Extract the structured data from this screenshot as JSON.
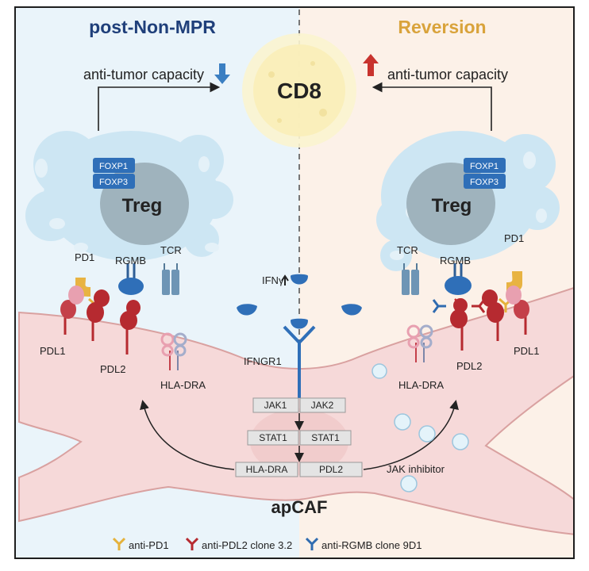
{
  "left_title": "post-Non-MPR",
  "right_title": "Reversion",
  "left_capacity": "anti-tumor capacity",
  "right_capacity": "anti-tumor capacity",
  "cd8": "CD8",
  "left_treg": "Treg",
  "right_treg": "Treg",
  "left_foxp1": "FOXP1",
  "left_foxp3": "FOXP3",
  "right_foxp1": "FOXP1",
  "right_foxp3": "FOXP3",
  "left_pd1": "PD1",
  "left_rgmb": "RGMB",
  "left_tcr": "TCR",
  "right_tcr": "TCR",
  "right_rgmb": "RGMB",
  "right_pd1": "PD1",
  "ifng": "IFNγ",
  "ifngr1": "IFNGR1",
  "left_pdl1": "PDL1",
  "left_pdl2": "PDL2",
  "left_hladra": "HLA-DRA",
  "right_hladra": "HLA-DRA",
  "right_pdl2": "PDL2",
  "right_pdl1": "PDL1",
  "jak1": "JAK1",
  "jak2": "JAK2",
  "stat1_a": "STAT1",
  "stat1_b": "STAT1",
  "hla_box": "HLA-DRA",
  "pdl2_box": "PDL2",
  "jak_inhibitor": "JAK inhibitor",
  "apcaf": "apCAF",
  "legend_pd1": "anti-PD1",
  "legend_pdl2": "anti-PDL2 clone 3.2",
  "legend_rgmb": "anti-RGMB clone 9D1",
  "colors": {
    "left_title": "#1f3f7a",
    "right_title": "#d9a33b",
    "down_arrow": "#3b7fc2",
    "up_arrow": "#c8332e",
    "anti_pd1": "#e5b23b",
    "anti_pdl2": "#b62a30",
    "anti_rgmb": "#2f6bb0"
  }
}
